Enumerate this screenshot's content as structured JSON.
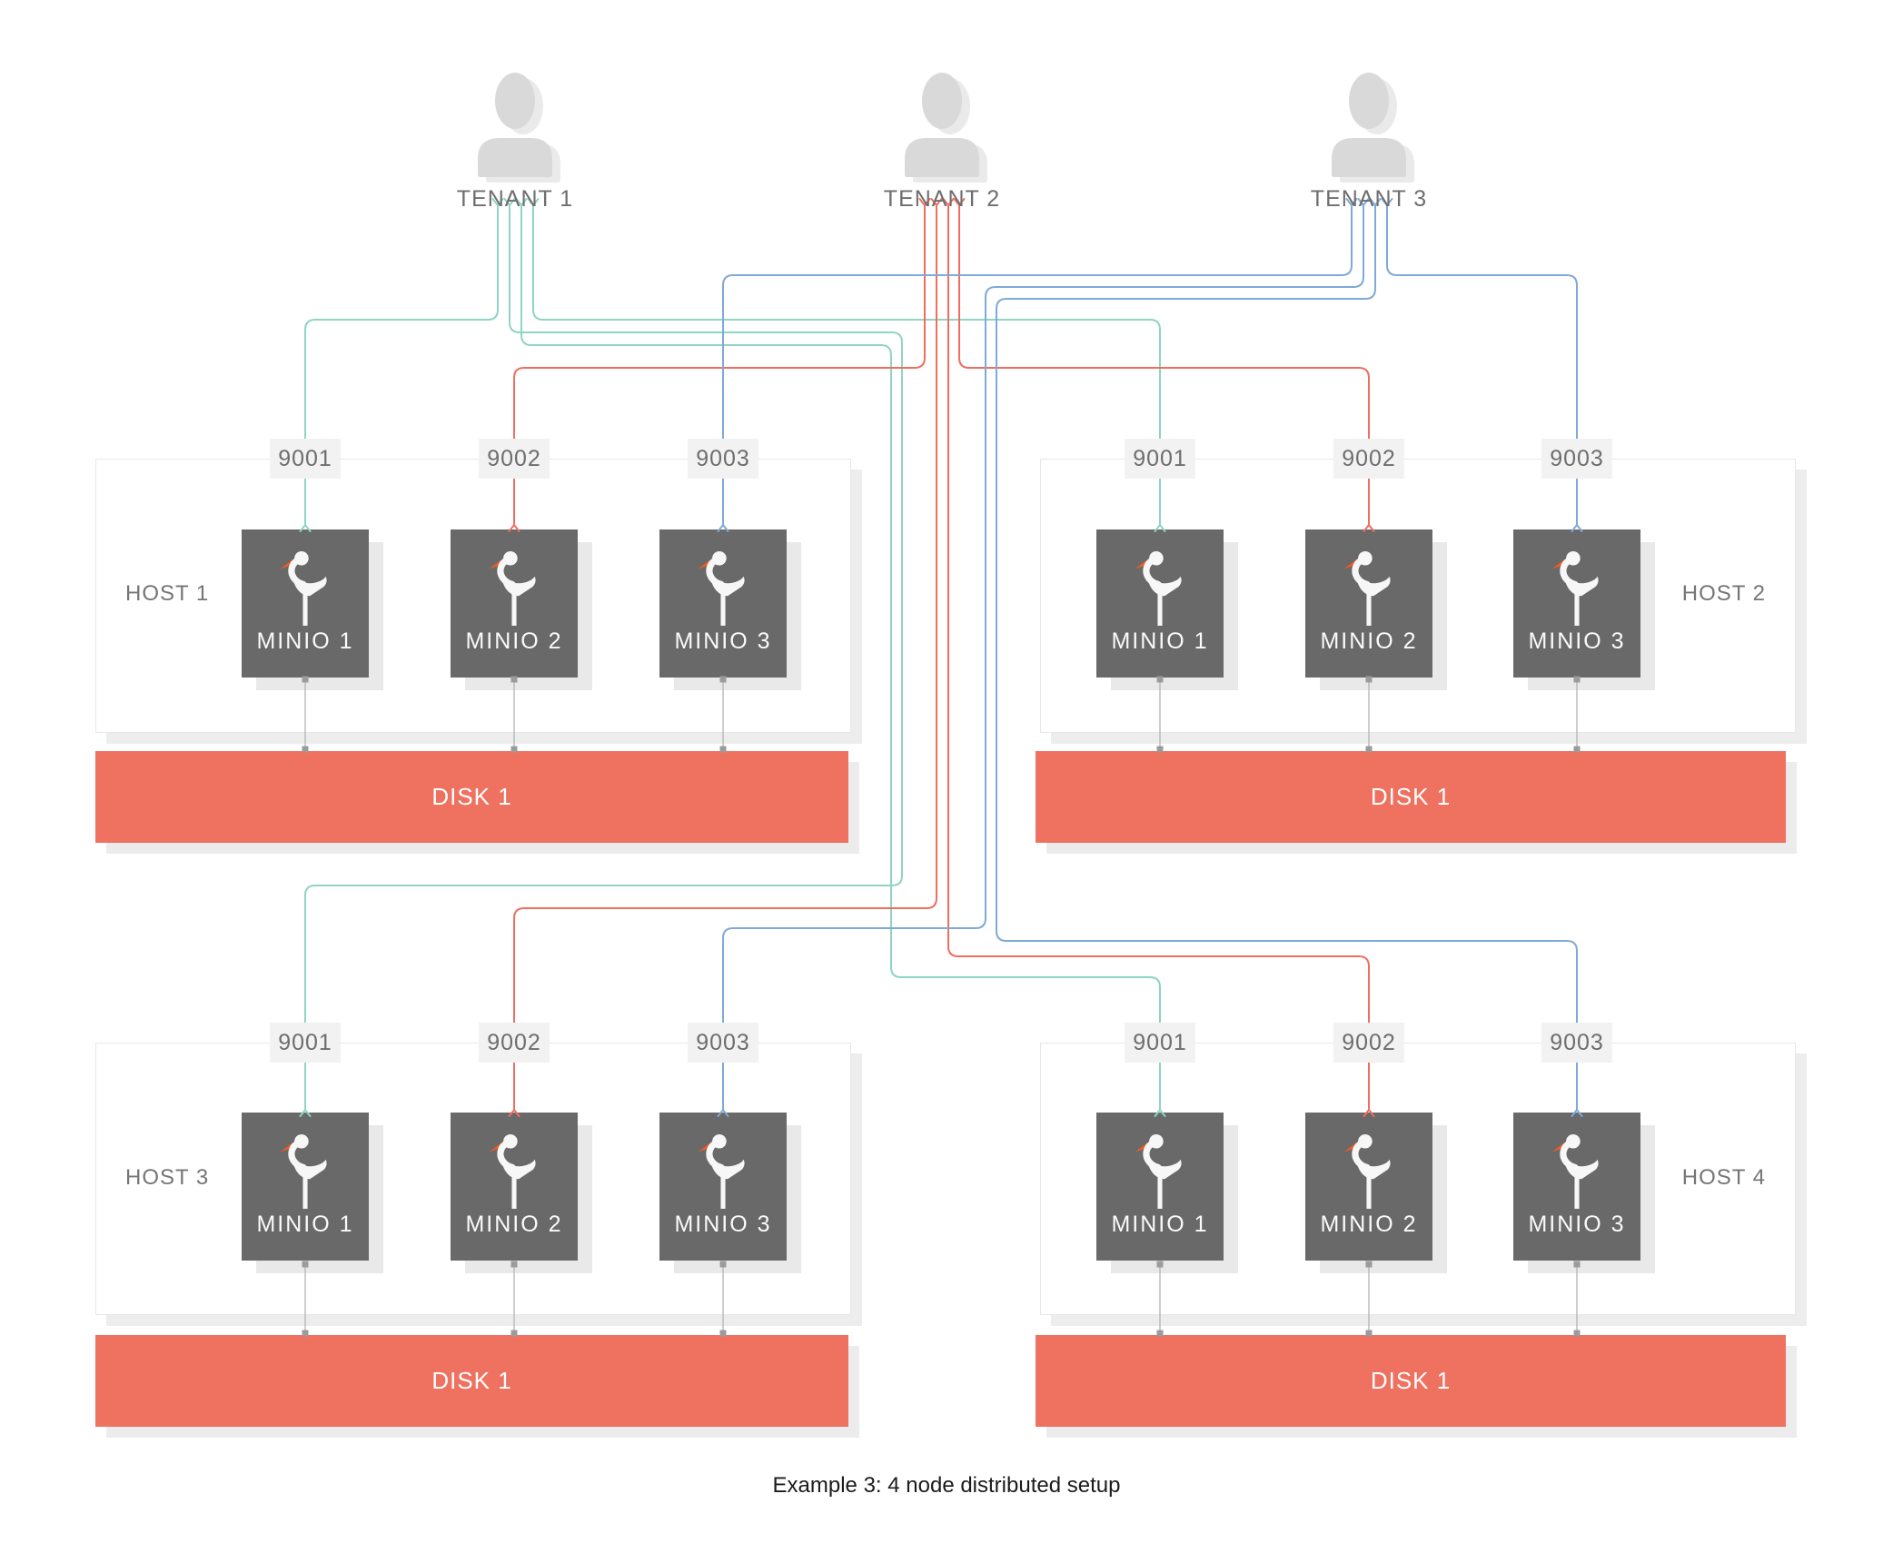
{
  "caption": "Example 3: 4 node distributed setup",
  "tenants": [
    {
      "label": "TENANT 1"
    },
    {
      "label": "TENANT 2"
    },
    {
      "label": "TENANT 3"
    }
  ],
  "hosts": [
    {
      "label": "HOST 1",
      "label_side": "left",
      "ports": [
        "9001",
        "9002",
        "9003"
      ],
      "minios": [
        "MINIO 1",
        "MINIO 2",
        "MINIO 3"
      ],
      "disk": "DISK 1"
    },
    {
      "label": "HOST 2",
      "label_side": "right",
      "ports": [
        "9001",
        "9002",
        "9003"
      ],
      "minios": [
        "MINIO 1",
        "MINIO 2",
        "MINIO 3"
      ],
      "disk": "DISK 1"
    },
    {
      "label": "HOST 3",
      "label_side": "left",
      "ports": [
        "9001",
        "9002",
        "9003"
      ],
      "minios": [
        "MINIO 1",
        "MINIO 2",
        "MINIO 3"
      ],
      "disk": "DISK 1"
    },
    {
      "label": "HOST 4",
      "label_side": "right",
      "ports": [
        "9001",
        "9002",
        "9003"
      ],
      "minios": [
        "MINIO 1",
        "MINIO 2",
        "MINIO 3"
      ],
      "disk": "DISK 1"
    }
  ],
  "icons": {
    "tenant": "person-icon",
    "minio": "minio-stork-icon"
  },
  "colors": {
    "tenant1_line": "#8fd4c4",
    "tenant2_line": "#ef6e5e",
    "tenant3_line": "#7fa9d8",
    "disk_fill": "#ef7160",
    "minio_box": "#696969",
    "minio_beak": "#f15b22",
    "port_bg": "#f2f2f2",
    "label_text": "#6e6e6e",
    "connector_gray": "#b3b3b3"
  }
}
